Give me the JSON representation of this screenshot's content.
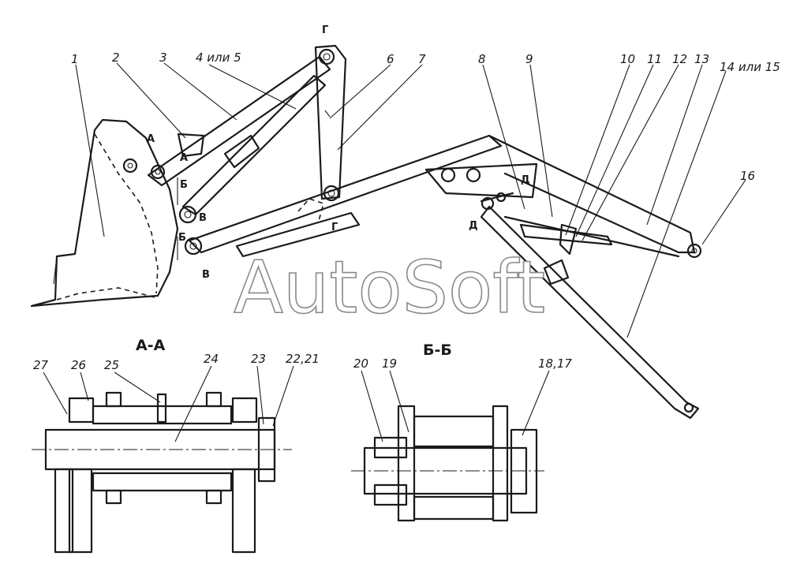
{
  "labels": {
    "p1": "1",
    "p2": "2",
    "p3": "3",
    "p4": "4 или 5",
    "p6": "6",
    "p7": "7",
    "p8": "8",
    "p9": "9",
    "p10": "10",
    "p11": "11",
    "p12": "12",
    "p13": "13",
    "p14": "14 или 15",
    "p16": "16",
    "p27": "27",
    "p26": "26",
    "p25": "25",
    "p24": "24",
    "p23": "23",
    "p2221": "22,21",
    "p20": "20",
    "p19": "19",
    "p1817": "18,17"
  },
  "sections": {
    "aa": "А-А",
    "bb": "Б-Б"
  },
  "marks": {
    "a": "А",
    "b": "Б",
    "v": "В",
    "g": "Г",
    "d": "Д"
  },
  "watermark": "AutoSoft"
}
